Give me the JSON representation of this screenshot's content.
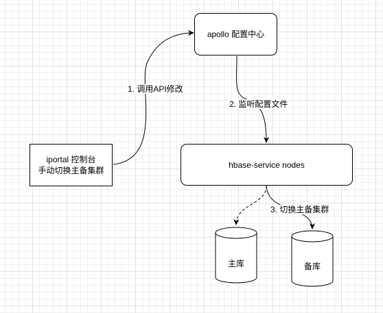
{
  "nodes": {
    "apollo": {
      "label": "apollo 配置中心"
    },
    "iportal": {
      "line1": "iportal 控制台",
      "line2": "手动切换主备集群"
    },
    "hbase": {
      "label": "hbase-service nodes"
    },
    "primary_db": {
      "label": "主库"
    },
    "backup_db": {
      "label": "备库"
    }
  },
  "edges": {
    "call_api": {
      "label": "1. 调用API修改"
    },
    "watch_config": {
      "label": "2. 监听配置文件"
    },
    "switch_cluster": {
      "label": "3. 切换主备集群"
    }
  }
}
